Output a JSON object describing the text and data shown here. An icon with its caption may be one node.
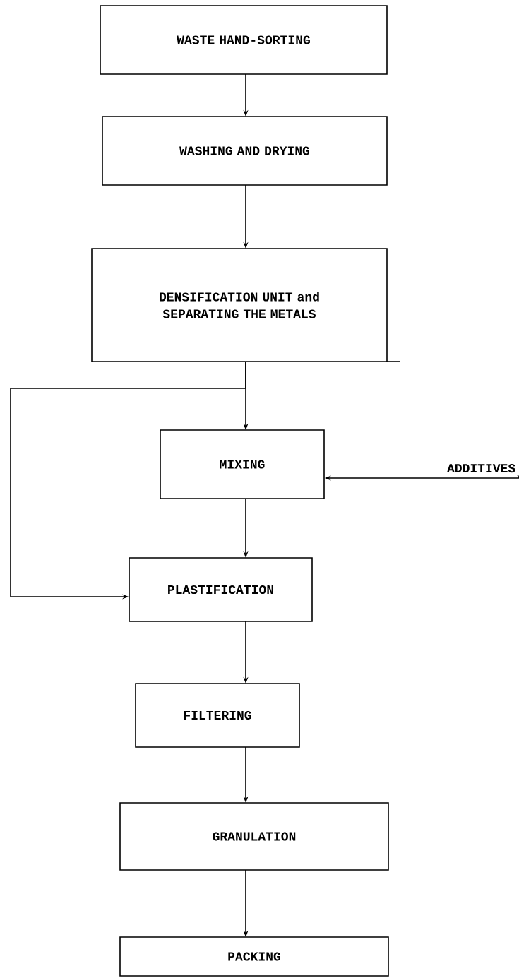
{
  "diagram": {
    "nodes": [
      {
        "text": [
          "WASTE HAND-SORTING"
        ]
      },
      {
        "text": [
          "WASHING AND DRYING"
        ]
      },
      {
        "text": [
          "DENSIFICATION UNIT and SEPARATING THE METALS"
        ]
      },
      {
        "text": [
          "MIXING"
        ]
      },
      {
        "text": [
          "PLASTIFICATION"
        ]
      },
      {
        "text": [
          "FILTERING"
        ]
      },
      {
        "text": [
          "GRANULATION"
        ]
      },
      {
        "text": [
          "PACKING"
        ]
      },
      {
        "text": [
          "ADDITIVES"
        ]
      }
    ],
    "edges": [
      {
        "from": 0,
        "to": 1,
        "arrow": "to"
      },
      {
        "from": 1,
        "to": 2,
        "arrow": "to"
      },
      {
        "from": 2,
        "to": 3,
        "arrow": "to"
      },
      {
        "from": 2,
        "to": 4,
        "arrow": "to"
      },
      {
        "from": 8,
        "to": 3,
        "arrow": "to"
      },
      {
        "from": 3,
        "to": 4,
        "arrow": "to"
      },
      {
        "from": 4,
        "to": 5,
        "arrow": "to"
      },
      {
        "from": 5,
        "to": 6,
        "arrow": "to"
      },
      {
        "from": 6,
        "to": 7,
        "arrow": "to"
      }
    ]
  }
}
